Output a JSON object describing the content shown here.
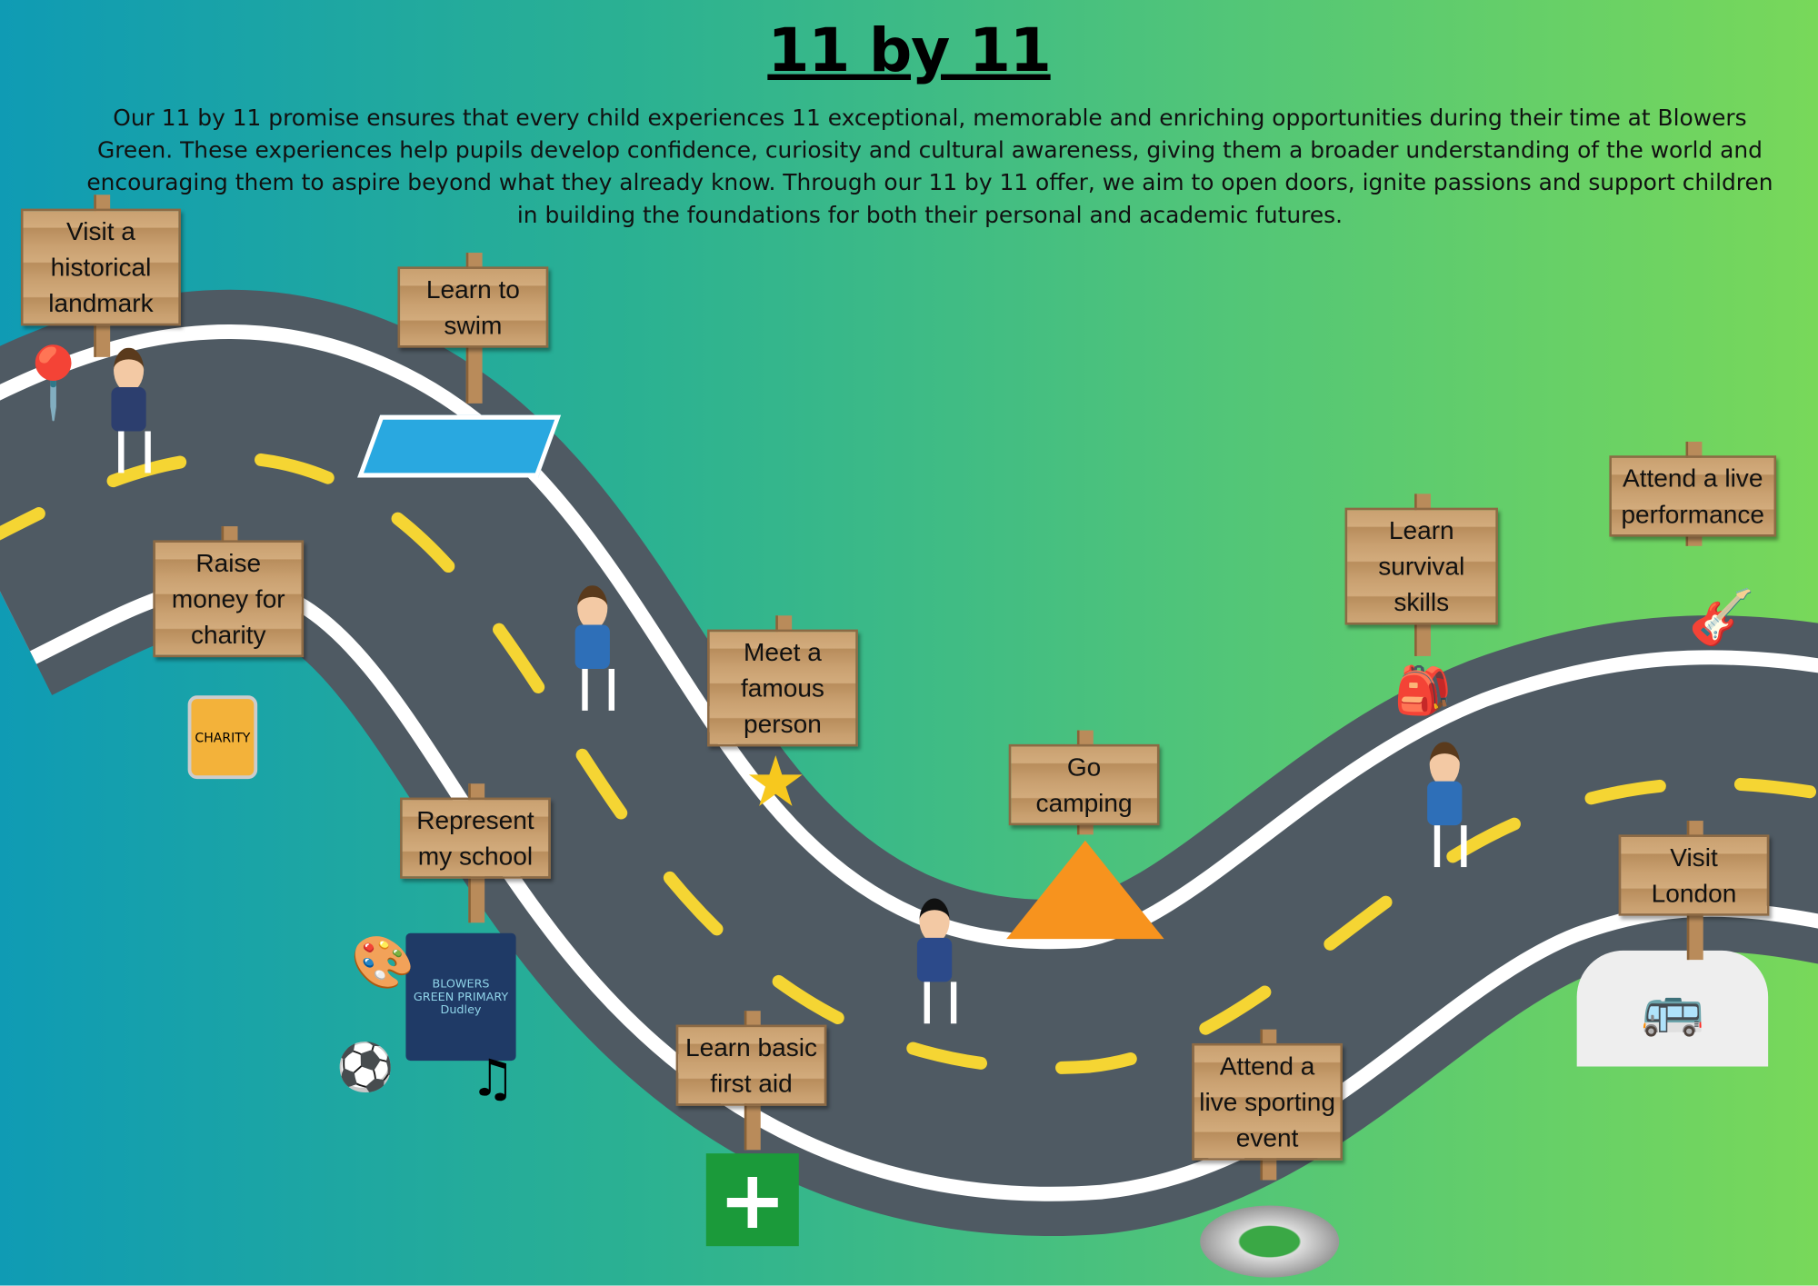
{
  "title": "11 by 11",
  "intro": "Our 11 by 11 promise ensures that every child experiences 11 exceptional, memorable and enriching opportunities during their time at Blowers Green. These experiences help pupils develop confidence, curiosity and cultural awareness, giving them a broader understanding of the world and encouraging them to aspire beyond what they already know. Through our 11 by 11 offer, we aim to open doors, ignite passions and support children in building the foundations for both their personal and academic futures.",
  "signs": [
    {
      "label": "Visit a historical landmark",
      "icon": "map-pin-star-icon"
    },
    {
      "label": "Learn to swim",
      "icon": "swimming-pool-icon"
    },
    {
      "label": "Raise money for charity",
      "icon": "charity-jar-icon",
      "jar_text": "CHARITY"
    },
    {
      "label": "Meet a famous person",
      "icon": "famous-person-star-icon"
    },
    {
      "label": "Represent my school",
      "icon": "school-activities-icon",
      "school_text": "BLOWERS GREEN PRIMARY Dudley"
    },
    {
      "label": "Learn basic first aid",
      "icon": "first-aid-icon"
    },
    {
      "label": "Go camping",
      "icon": "tent-icon"
    },
    {
      "label": "Attend a live sporting event",
      "icon": "stadium-icon"
    },
    {
      "label": "Learn survival skills",
      "icon": "survival-supplies-icon"
    },
    {
      "label": "Attend a live performance",
      "icon": "band-icon"
    },
    {
      "label": "Visit London",
      "icon": "london-landmarks-icon"
    }
  ],
  "colors": {
    "road": "#4f5a63",
    "edge": "#ffffff",
    "dash": "#f5d533",
    "wood": "#c9a070"
  }
}
